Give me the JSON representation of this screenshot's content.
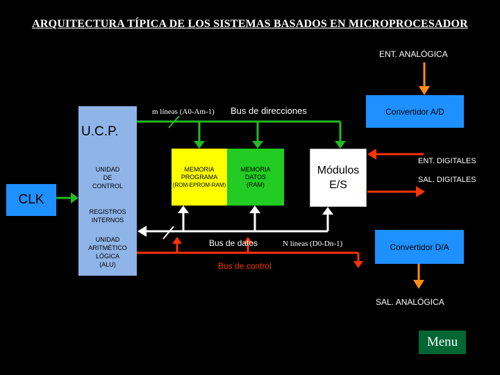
{
  "title": "ARQUITECTURA TÍPICA DE LOS SISTEMAS BASADOS EN MICROPROCESADOR",
  "labels": {
    "ent_analogica": "ENT. ANALÓGICA",
    "m_lineas": "m líneas (A0-Am-1)",
    "bus_direcciones": "Bus de direcciones",
    "bus_datos": "Bus de datos",
    "n_lineas": "N líneas (D0-Dn-1)",
    "bus_control": "Bus de control",
    "ent_digitales": "ENT. DIGITALES",
    "sal_digitales": "SAL. DIGITALES",
    "sal_analogica": "SAL. ANALÓGICA"
  },
  "cpu": {
    "title": "U.C.P.",
    "control": [
      "UNIDAD",
      "DE",
      "CONTROL"
    ],
    "registers": [
      "REGISTROS",
      "INTERNOS"
    ],
    "alu": [
      "UNIDAD",
      "ARITMÉTICO",
      "LÓGICA",
      "(ALU)"
    ]
  },
  "clk": "CLK",
  "memoria_programa": [
    "MEMORIA",
    "PROGRAMA",
    "(ROM-EPROM-RAM)"
  ],
  "memoria_datos": [
    "MEMORIA",
    "DATOS",
    "(RAM)"
  ],
  "modulos": [
    "Módulos",
    "E/S"
  ],
  "convertidor_ad": "Convertidor A/D",
  "convertidor_da": "Convertidor D/A",
  "menu": "Menu",
  "colors": {
    "address_bus": "#22bb22",
    "data_bus": "#ffffff",
    "control_bus": "#ff3300",
    "analog_arrows": "#ff8c1a",
    "cpu": "#8fb4e8",
    "clk": "#1e90ff",
    "mem_prog": "#ffff00",
    "mem_data": "#22cc22"
  }
}
